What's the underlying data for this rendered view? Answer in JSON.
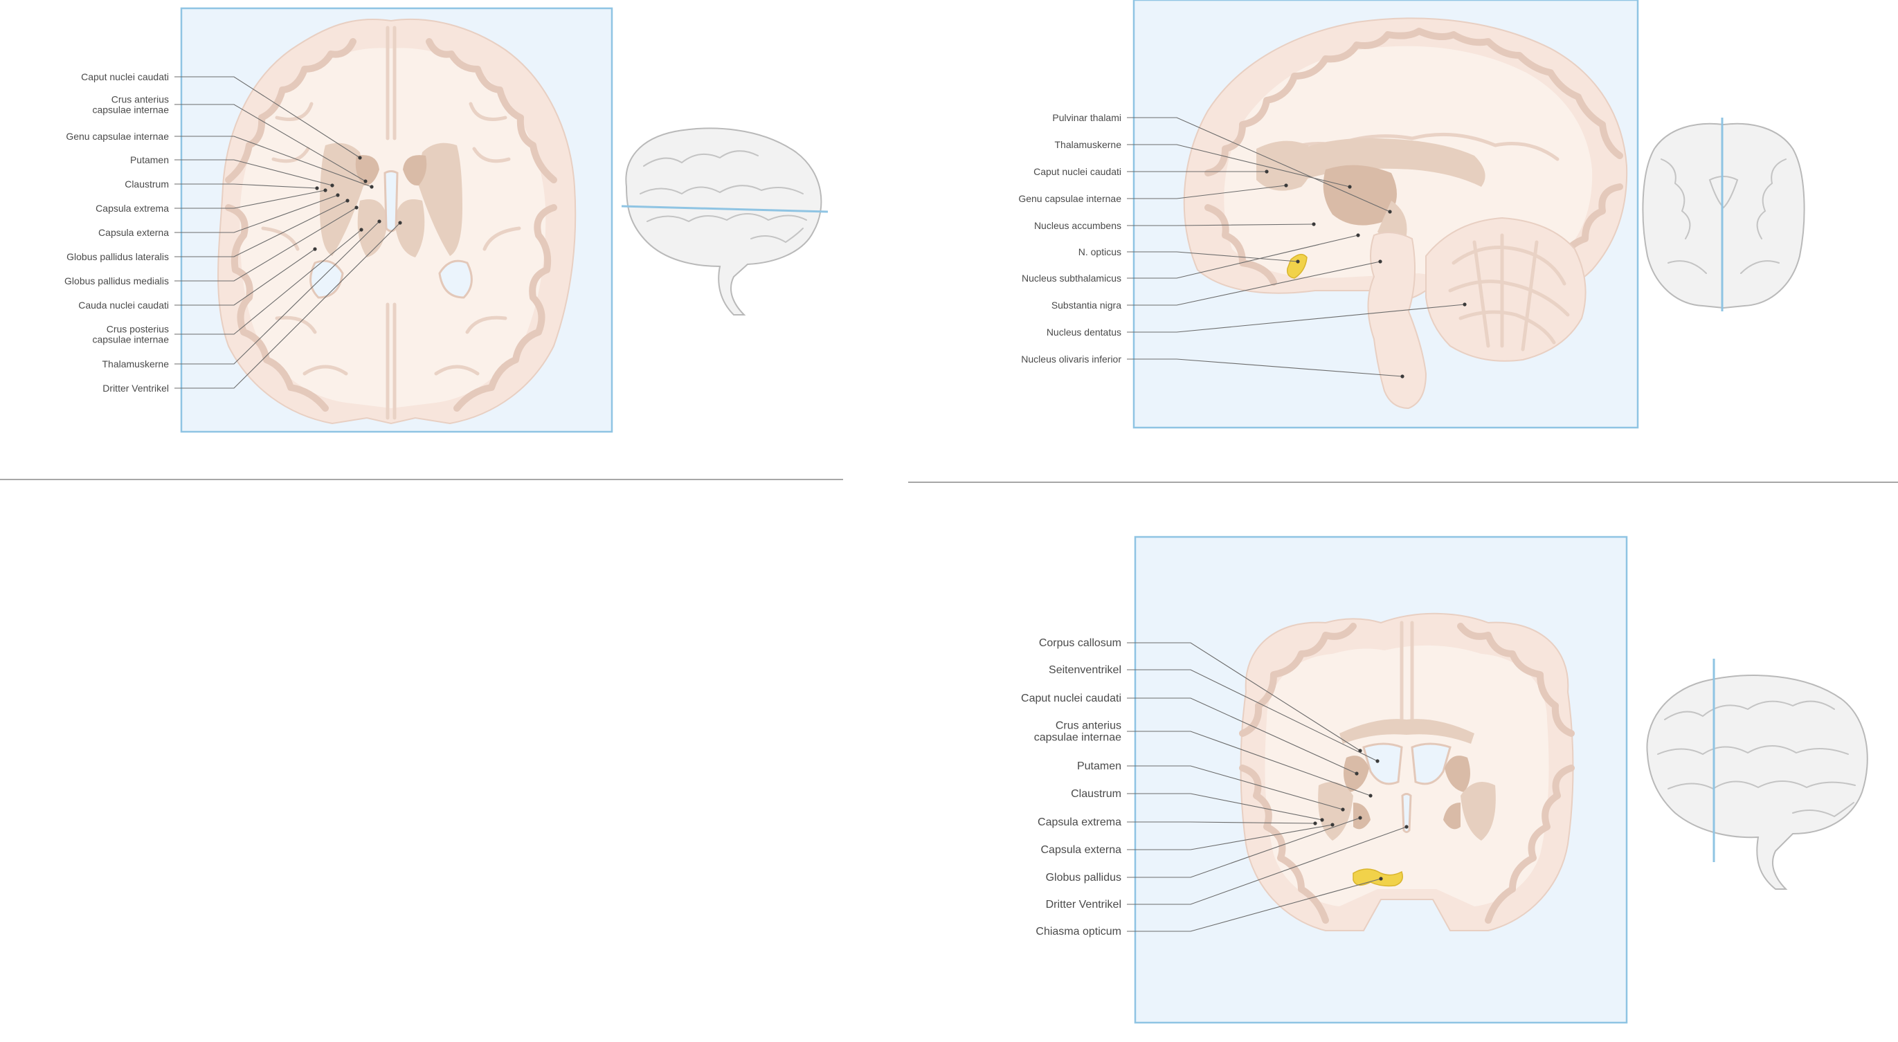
{
  "diagrams": [
    {
      "id": "axial",
      "labels": [
        [
          "Caput nuclei caudati"
        ],
        [
          "Crus anterius",
          "capsulae internae"
        ],
        [
          "Genu capsulae internae"
        ],
        [
          "Putamen"
        ],
        [
          "Claustrum"
        ],
        [
          "Capsula extrema"
        ],
        [
          "Capsula externa"
        ],
        [
          "Globus pallidus lateralis"
        ],
        [
          "Globus pallidus medialis"
        ],
        [
          "Cauda nuclei caudati"
        ],
        [
          "Crus posterius",
          "capsulae internae"
        ],
        [
          "Thalamuskerne"
        ],
        [
          "Dritter Ventrikel"
        ]
      ]
    },
    {
      "id": "sagittal",
      "labels": [
        [
          "Pulvinar thalami"
        ],
        [
          "Thalamuskerne"
        ],
        [
          "Caput nuclei caudati"
        ],
        [
          "Genu capsulae internae"
        ],
        [
          "Nucleus accumbens"
        ],
        [
          "N. opticus"
        ],
        [
          "Nucleus subthalamicus"
        ],
        [
          "Substantia nigra"
        ],
        [
          "Nucleus dentatus"
        ],
        [
          "Nucleus olivaris inferior"
        ]
      ]
    },
    {
      "id": "coronal",
      "labels": [
        [
          "Corpus callosum"
        ],
        [
          "Seitenventrikel"
        ],
        [
          "Caput nuclei caudati"
        ],
        [
          "Crus anterius",
          "capsulae internae"
        ],
        [
          "Putamen"
        ],
        [
          "Claustrum"
        ],
        [
          "Capsula extrema"
        ],
        [
          "Capsula externa"
        ],
        [
          "Globus pallidus"
        ],
        [
          "Dritter Ventrikel"
        ],
        [
          "Chiasma opticum"
        ]
      ]
    }
  ],
  "colors": {
    "panel_fill": "#ebf4fc",
    "panel_border": "#8fc4e3",
    "tissue": "#f7e5dc",
    "nuclei": "#e6cfbf",
    "optic_highlight": "#f1d24a",
    "label_text": "#4a4a4a"
  }
}
